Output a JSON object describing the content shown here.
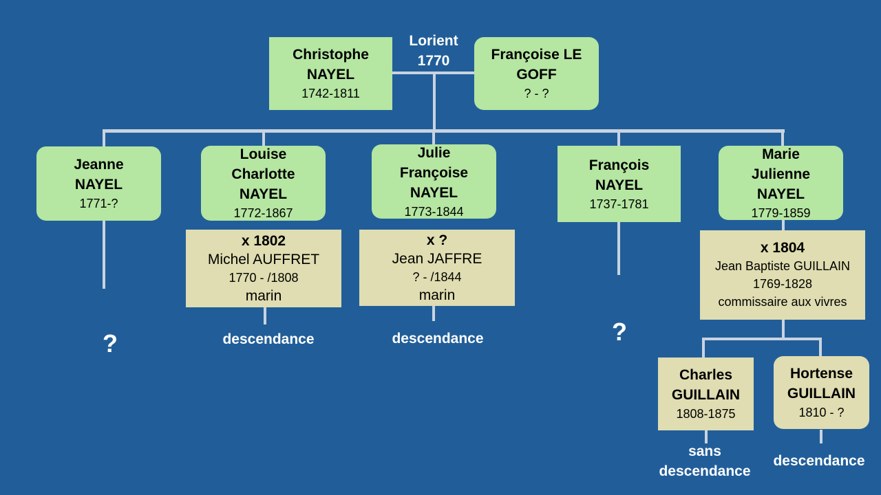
{
  "marriage": {
    "place": "Lorient",
    "year": "1770"
  },
  "parents": {
    "father": {
      "name1": "Christophe",
      "name2": "NAYEL",
      "dates": "1742-1811"
    },
    "mother": {
      "name1": "Françoise LE",
      "name2": "GOFF",
      "dates": "? - ?"
    }
  },
  "children": [
    {
      "name1": "Jeanne",
      "name2": "NAYEL",
      "dates": "1771-?",
      "outcome": "?"
    },
    {
      "name1": "Louise",
      "name2": "Charlotte",
      "name3": "NAYEL",
      "dates": "1772-1867",
      "spouse": {
        "marriage": "x 1802",
        "name": "Michel AUFFRET",
        "dates": "1770 - /1808",
        "profession": "marin"
      },
      "outcome": "descendance"
    },
    {
      "name1": "Julie",
      "name2": "Françoise",
      "name3": "NAYEL",
      "dates": "1773-1844",
      "spouse": {
        "marriage": "x ?",
        "name": "Jean JAFFRE",
        "dates": "? - /1844",
        "profession": "marin"
      },
      "outcome": "descendance"
    },
    {
      "name1": "François",
      "name2": "NAYEL",
      "dates": "1737-1781",
      "outcome": "?"
    },
    {
      "name1": "Marie",
      "name2": "Julienne",
      "name3": "NAYEL",
      "dates": "1779-1859",
      "spouse": {
        "marriage": "x 1804",
        "name": "Jean Baptiste GUILLAIN",
        "dates": "1769-1828",
        "profession": "commissaire aux vivres"
      }
    }
  ],
  "grandchildren": [
    {
      "name1": "Charles",
      "name2": "GUILLAIN",
      "dates": "1808-1875",
      "outcome1": "sans",
      "outcome2": "descendance"
    },
    {
      "name1": "Hortense",
      "name2": "GUILLAIN",
      "dates": "1810 - ?",
      "outcome": "descendance"
    }
  ],
  "colors": {
    "background": "#215e99",
    "person": "#b5e6a2",
    "spouse": "#dfddb1",
    "connector": "#c9d3e0"
  }
}
